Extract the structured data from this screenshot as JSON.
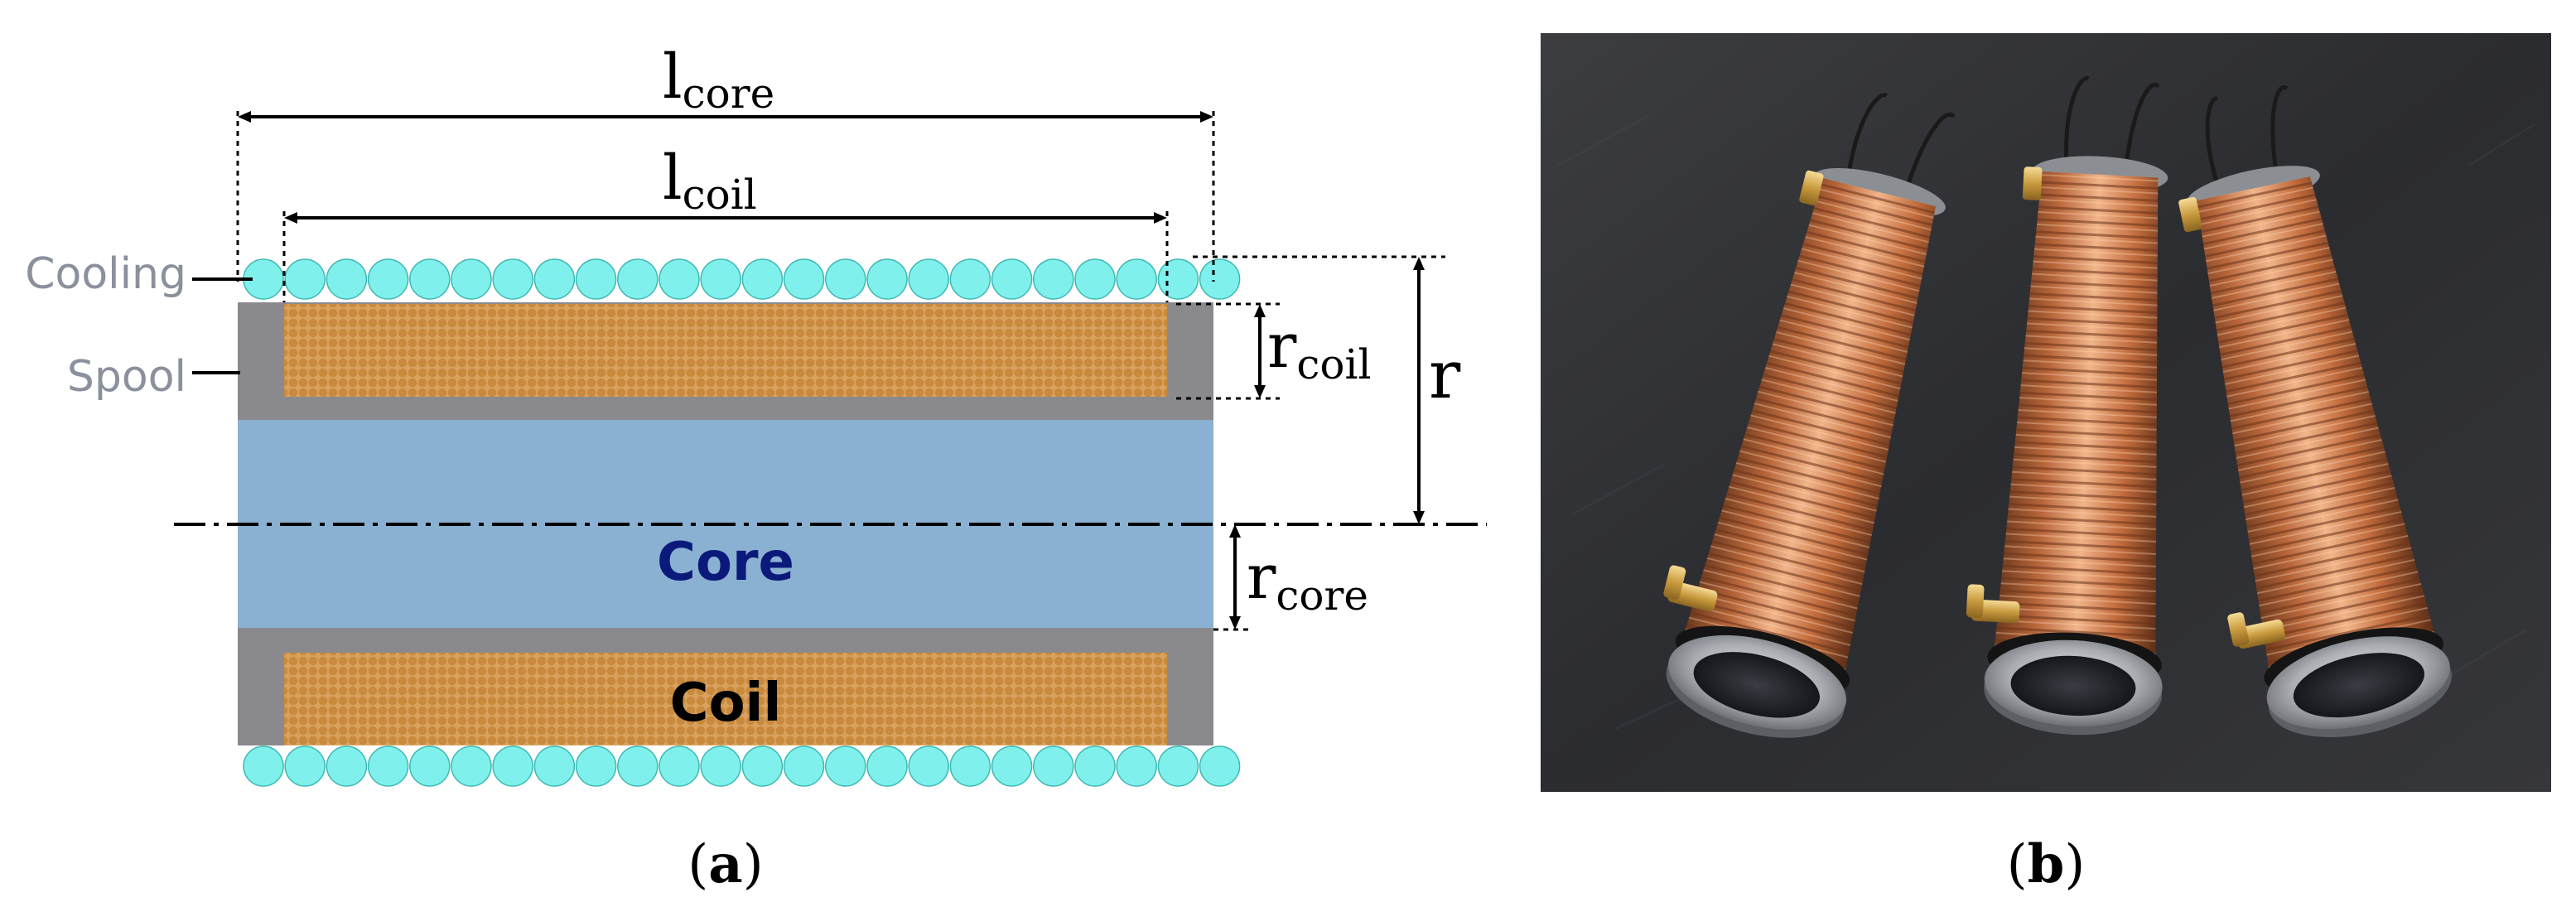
{
  "panel_a": {
    "caption_open": "(",
    "caption_letter": "a",
    "caption_close": ")",
    "labels": {
      "cooling": "Cooling",
      "spool": "Spool",
      "core": "Core",
      "coil": "Coil"
    },
    "dimensions": {
      "l_core": {
        "base": "l",
        "sub": "core"
      },
      "l_coil": {
        "base": "l",
        "sub": "coil"
      },
      "r_coil": {
        "base": "r",
        "sub": "coil"
      },
      "r": {
        "base": "r"
      },
      "r_core": {
        "base": "r",
        "sub": "core"
      }
    },
    "colors": {
      "cooling": "#7ff0ec",
      "coil": "#c98a3e",
      "coil_bg": "#d8a25e",
      "spool": "#8a8a8e",
      "core": "#8ab0d2",
      "core_label": "#0b1a7a",
      "side_label": "#8a909c"
    }
  },
  "panel_b": {
    "caption_open": "(",
    "caption_letter": "b",
    "caption_close": ")",
    "colors": {
      "background": "#2e2f33",
      "copper": "#c2703f",
      "aluminum": "#b9bcc0",
      "brass": "#d9b56a"
    }
  }
}
